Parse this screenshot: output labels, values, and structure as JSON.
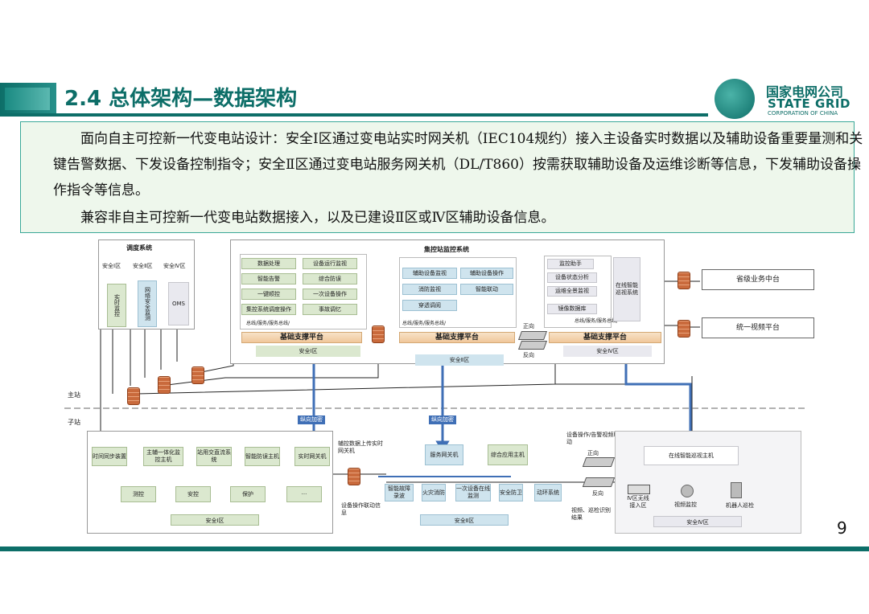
{
  "header": {
    "title": "2.4 总体架构—数据架构",
    "logo_cn": "国家电网公司",
    "logo_en": "STATE GRID",
    "logo_sub": "CORPORATION OF CHINA",
    "accent_color": "#0d6e68"
  },
  "intro": {
    "p1": "面向自主可控新一代变电站设计：安全Ⅰ区通过变电站实时网关机（IEC104规约）接入主设备实时数据以及辅助设备重要量测和关键告警数据、下发设备控制指令；安全Ⅱ区通过变电站服务网关机（DL/T860）按需获取辅助设备及运维诊断等信息，下发辅助设备操作指令等信息。",
    "p2": "兼容非自主可控新一代变电站数据接入，以及已建设Ⅱ区或Ⅳ区辅助设备信息。"
  },
  "diagram": {
    "dispatch": {
      "title": "调度系统",
      "z1": "安全Ⅰ区",
      "z2": "安全Ⅱ区",
      "z3": "安全Ⅳ区",
      "c1": "实时监控",
      "c2": "网络安全监测",
      "c3": "OMS"
    },
    "centre": {
      "title": "集控站监控系统",
      "z1_items": [
        "数据处理",
        "设备运行监视",
        "智能告警",
        "综合防误",
        "一键顺控",
        "一次设备操作",
        "集控系统调度操作",
        "事故调忆"
      ],
      "z1_bus": "总线/服务/服务总线/",
      "z2_items": [
        "辅助设备监视",
        "辅助设备操作",
        "消防监视",
        "智能联动",
        "穿透调阅"
      ],
      "z2_bus": "总线/服务/服务总线/",
      "z4_items": [
        "监控助手",
        "设备状态分析",
        "运维全景监视",
        "镜像数据库"
      ],
      "z4_bus": "总线/服务/服务总线/",
      "patrol": "在线智能巡视系统",
      "platform": "基础支撑平台",
      "zone1": "安全Ⅰ区",
      "zone2": "安全Ⅱ区",
      "zone4": "安全Ⅳ区",
      "fwd": "正向",
      "rev": "反向"
    },
    "right": {
      "prov": "省级业务中台",
      "video": "统一视频平台"
    },
    "labels": {
      "master": "主站",
      "sub": "子站",
      "enc1": "纵向加密",
      "enc2": "纵向加密"
    },
    "station": {
      "z1_top": [
        "时间同步装置",
        "主辅一体化监控主机",
        "站用交直流系统",
        "智能防误主机",
        "实时网关机"
      ],
      "z1_bottom": [
        "测控",
        "安控",
        "保护",
        "···"
      ],
      "z1_zone": "安全Ⅰ区",
      "note_up": "辅控数据上传实时网关机",
      "note_down": "设备操作联动信息",
      "z2_top": [
        "服务网关机",
        "综合应用主机"
      ],
      "z2_bottom": [
        "智能故障录波",
        "火灾消防",
        "一次设备在线监测",
        "安全防卫",
        "动环系统"
      ],
      "z2_zone": "安全Ⅱ区",
      "z4_note": "设备操作/告警视频联动",
      "z4_fwd": "正向",
      "z4_rev": "反向",
      "z4_note2": "视频、巡检识别结果",
      "z4_host": "在线智能巡视主机",
      "z4_bottom": [
        "Ⅳ区无线接入区",
        "视频监控",
        "机器人巡检"
      ],
      "z4_zone": "安全Ⅳ区"
    }
  },
  "page_number": "9"
}
